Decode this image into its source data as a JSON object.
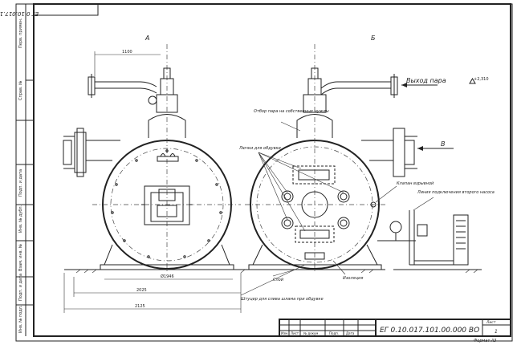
{
  "document": {
    "stamp_code": "ЕГ 0.10.017.101.00.000 ВО",
    "side_labels": [
      "Перв. примен.",
      "Справ. №",
      "Подп. и дата",
      "Инв. № дубл.",
      "Взам. инв. №",
      "Подп. и дата",
      "Инв. № подл."
    ]
  },
  "views": {
    "view_a_label": "А",
    "view_b_label": "Б",
    "view_v_label": "В"
  },
  "annotations": {
    "steam_outlet": "Выход пара",
    "level_mark": "+2,310",
    "steam_takeoff": "Отбор пара на собственные нужды",
    "inspection_hatches": "Лючки для обдувки",
    "blast_valve": "Клапан взрывной",
    "pump_line": "Линия подключения второго насоса",
    "drain_fitting": "Штуцер для слива шлама при обдувке",
    "slab": "Слой",
    "insulation": "Изоляция"
  },
  "dimensions": {
    "d1100": "1100",
    "d2025": "2025",
    "d2125": "2125",
    "d1946": "Ø1946"
  },
  "title_block": {
    "code": "ЕГ 0.10.017.101.00.000  ВО",
    "sheet_label": "Лист",
    "sheet_number": "1",
    "format": "Формат  А3",
    "row_labels": [
      "Изм.",
      "Лист",
      "№ докум.",
      "Подп.",
      "Дата"
    ]
  }
}
